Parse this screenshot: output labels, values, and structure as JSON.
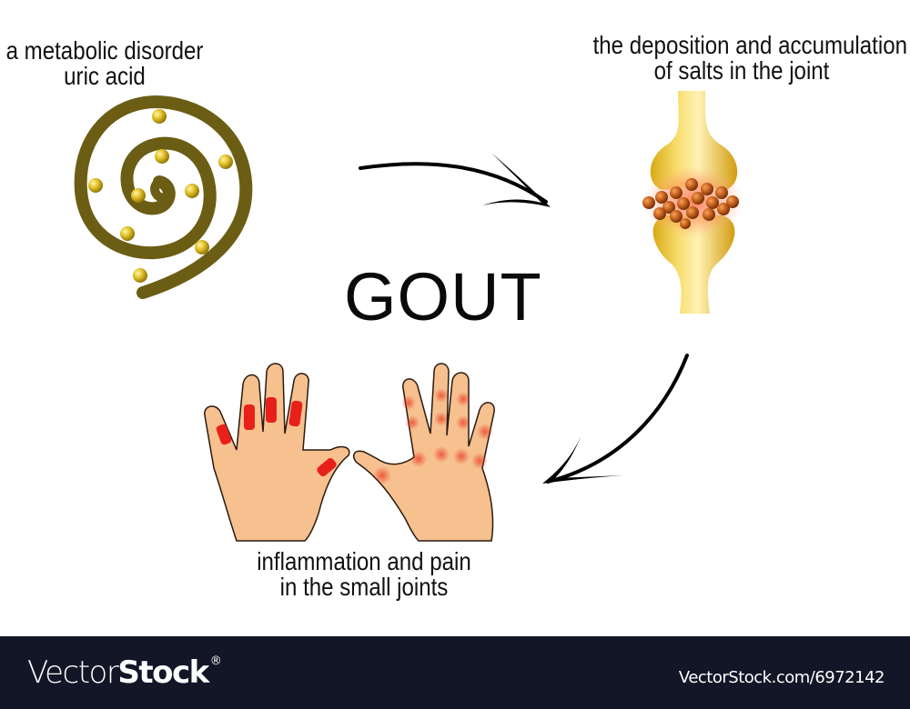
{
  "diagram": {
    "title": "GOUT",
    "steps": [
      {
        "line1": "a metabolic disorder",
        "line2": "uric acid",
        "icon": "spiral-uric-acid-icon"
      },
      {
        "line1": "the deposition and accumulation",
        "line2": "of salts in the joint",
        "icon": "joint-crystals-icon"
      },
      {
        "line1": "inflammation and pain",
        "line2": "in the small joints",
        "icon": "inflamed-hands-icon"
      }
    ],
    "arrows": [
      "step1-to-step2",
      "step2-to-step3"
    ],
    "colors": {
      "spiral": "#6b5d14",
      "bead": "#d9b820",
      "bone": "#f1cf4a",
      "crystal": "#b8561a",
      "skin": "#f6c08f",
      "inflammation": "#e8201a"
    }
  },
  "footer": {
    "brand_light": "Vector",
    "brand_bold": "Stock",
    "brand_mark": "®",
    "url": "VectorStock.com/6972142"
  }
}
